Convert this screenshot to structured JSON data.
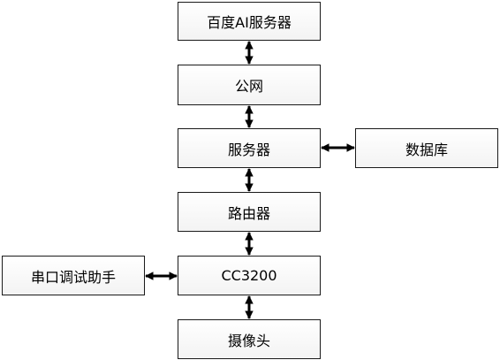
{
  "nodes": {
    "baidu_ai_server": "百度AI服务器",
    "public_network": "公网",
    "server": "服务器",
    "database": "数据库",
    "router": "路由器",
    "cc3200": "CC3200",
    "serial_assistant": "串口调试助手",
    "camera": "摄像头"
  },
  "edges": [
    {
      "from": "baidu_ai_server",
      "to": "public_network",
      "direction": "bidirectional"
    },
    {
      "from": "public_network",
      "to": "server",
      "direction": "bidirectional"
    },
    {
      "from": "server",
      "to": "database",
      "direction": "bidirectional"
    },
    {
      "from": "server",
      "to": "router",
      "direction": "bidirectional"
    },
    {
      "from": "router",
      "to": "cc3200",
      "direction": "bidirectional"
    },
    {
      "from": "serial_assistant",
      "to": "cc3200",
      "direction": "bidirectional"
    },
    {
      "from": "cc3200",
      "to": "camera",
      "direction": "bidirectional"
    }
  ],
  "colors": {
    "stroke": "#1a1a1a",
    "arrow": "#000000"
  }
}
